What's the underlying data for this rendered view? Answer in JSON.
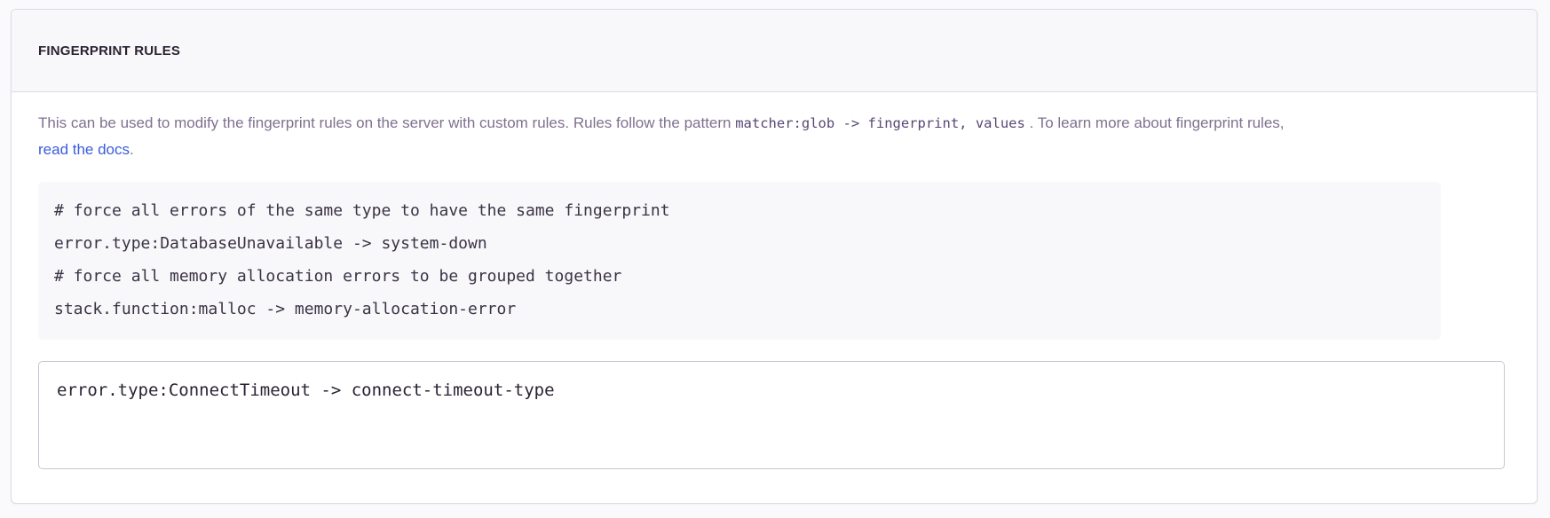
{
  "panel": {
    "title": "FINGERPRINT RULES"
  },
  "description": {
    "lead": "This can be used to modify the fingerprint rules on the server with custom rules. Rules follow the pattern ",
    "inline_code": "matcher:glob -> fingerprint, values",
    "middle": " . To learn more about fingerprint rules, ",
    "link_text": "read the docs",
    "trailing": "."
  },
  "example_code": {
    "lines": [
      "# force all errors of the same type to have the same fingerprint",
      "error.type:DatabaseUnavailable -> system-down",
      "# force all memory allocation errors to be grouped together",
      "stack.function:malloc -> memory-allocation-error"
    ],
    "text": "# force all errors of the same type to have the same fingerprint\nerror.type:DatabaseUnavailable -> system-down\n# force all memory allocation errors to be grouped together\nstack.function:malloc -> memory-allocation-error"
  },
  "rules_input": {
    "value": "error.type:ConnectTimeout -> connect-timeout-type",
    "placeholder": "error.type:ConnectTimeout -> connect-timeout-type"
  },
  "colors": {
    "panel_border": "#dedbe4",
    "header_bg": "#f8f8fa",
    "title": "#2b2233",
    "body_text": "#80708f",
    "link": "#3c5cdd",
    "code_bg": "#f8f8fa",
    "code_text": "#3b3346",
    "input_border": "#c9c5d3",
    "page_bg": "#faf9fb"
  }
}
